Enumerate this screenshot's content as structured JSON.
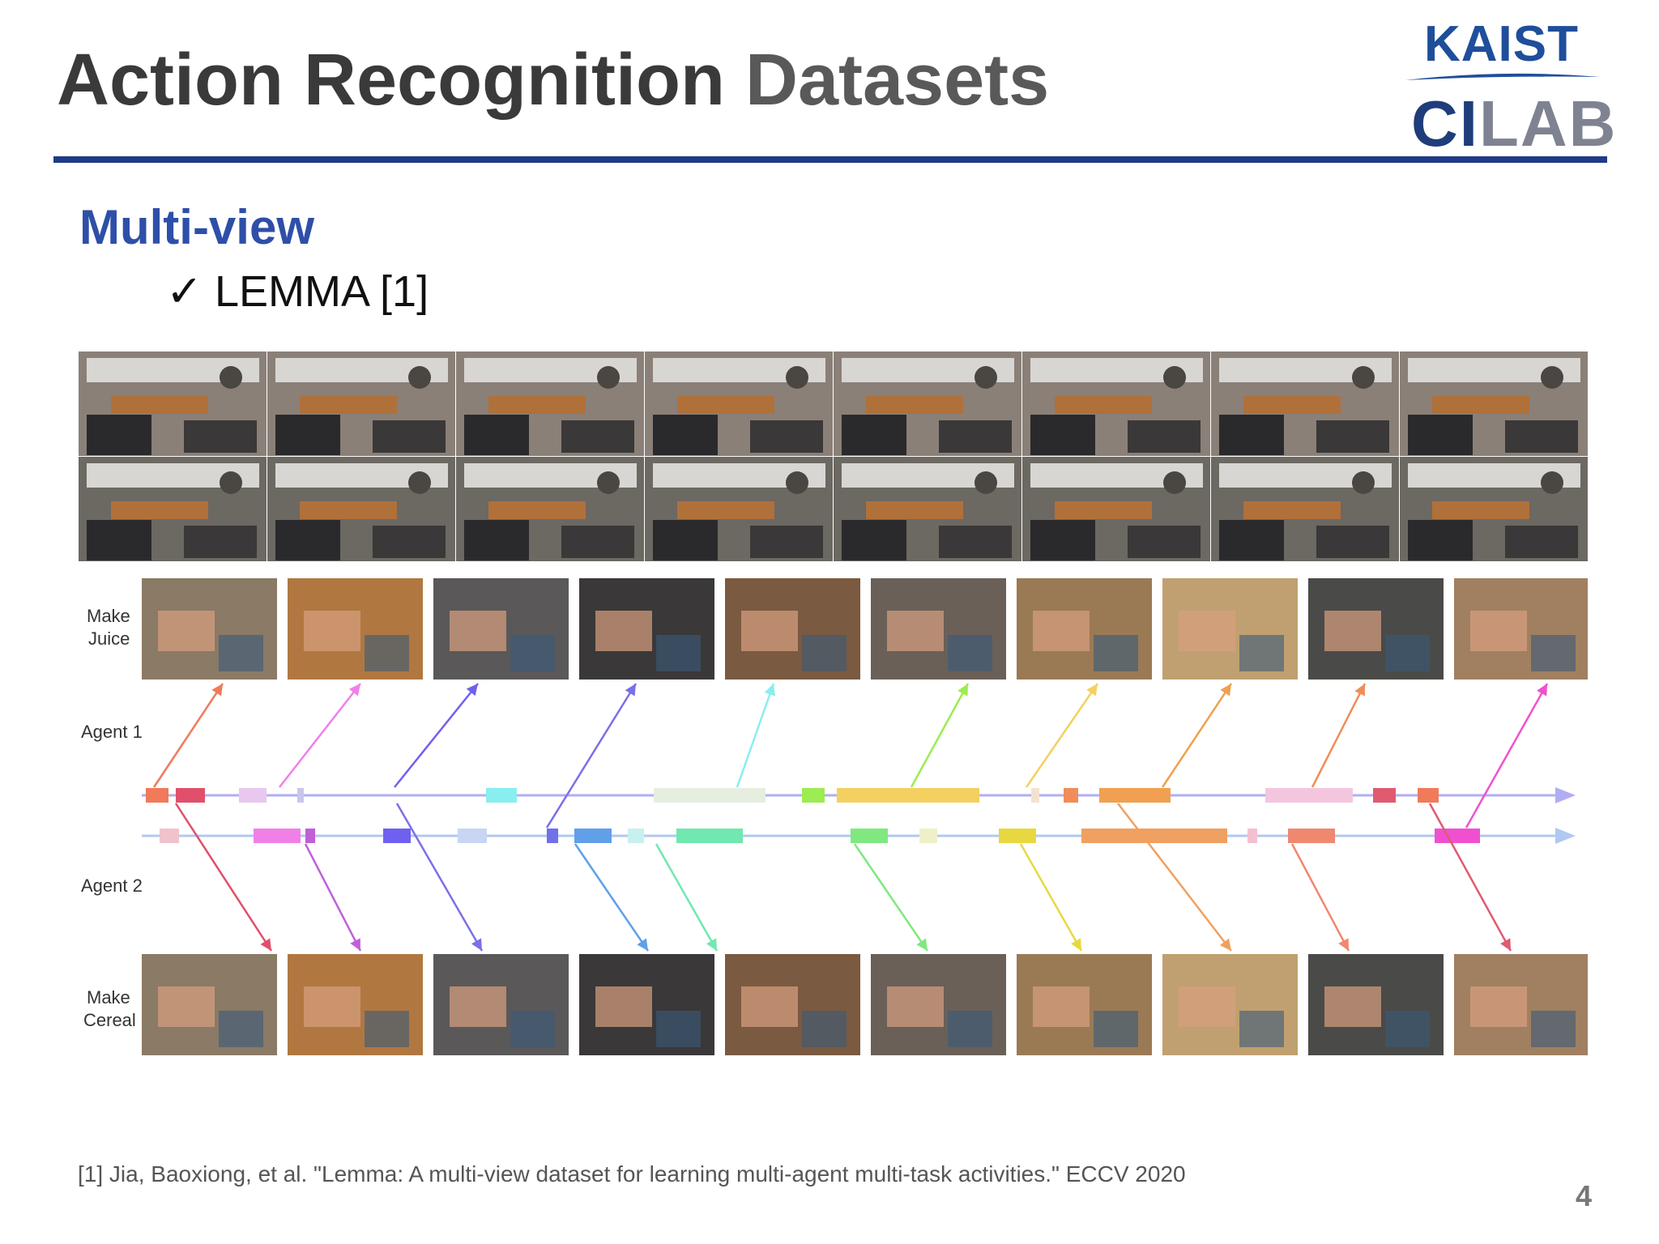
{
  "slide": {
    "title_part1": "Action Recognition",
    "title_part2": "Datasets",
    "section": "Multi-view",
    "bullet_mark": "✓",
    "bullet_text": "LEMMA [1]",
    "footnote": "[1] Jia, Baoxiong, et al. \"Lemma: A multi-view dataset for learning multi-agent multi-task activities.\" ECCV 2020",
    "page_number": "4"
  },
  "logo": {
    "top": "KAIST",
    "bottom_a": "CI",
    "bottom_b": "LAB",
    "swoosh_color": "#1f4e9b"
  },
  "figure": {
    "row_make_juice_1": "Make",
    "row_make_juice_2": "Juice",
    "row_agent1": "Agent 1",
    "row_agent2": "Agent 2",
    "row_make_cereal_1": "Make",
    "row_make_cereal_2": "Cereal",
    "timeline_color": "#a9a6f0",
    "agent1_segments": [
      {
        "color": "#f07a5a"
      },
      {
        "color": "#e0506a"
      },
      {
        "color": "#e8c8ee"
      },
      {
        "color": "#c9c6ee"
      },
      {
        "color": "#88eef0"
      },
      {
        "color": "#e6eee0"
      },
      {
        "color": "#9cec52"
      },
      {
        "color": "#f4d060"
      },
      {
        "color": "#f4e2d0"
      },
      {
        "color": "#f08d58"
      },
      {
        "color": "#f0a050"
      },
      {
        "color": "#f4c6de"
      },
      {
        "color": "#e05a70"
      }
    ],
    "agent2_segments": [
      {
        "color": "#f0c2cc"
      },
      {
        "color": "#f080e8"
      },
      {
        "color": "#c060d8"
      },
      {
        "color": "#7060f0"
      },
      {
        "color": "#c8d6f4"
      },
      {
        "color": "#7070e8"
      },
      {
        "color": "#60a0e8"
      },
      {
        "color": "#c8f0ee"
      },
      {
        "color": "#70e8b0"
      },
      {
        "color": "#80e880"
      },
      {
        "color": "#f0f0c8"
      },
      {
        "color": "#e8d840"
      },
      {
        "color": "#f0a060"
      },
      {
        "color": "#f4c0d0"
      },
      {
        "color": "#f08870"
      },
      {
        "color": "#f050d0"
      }
    ]
  }
}
